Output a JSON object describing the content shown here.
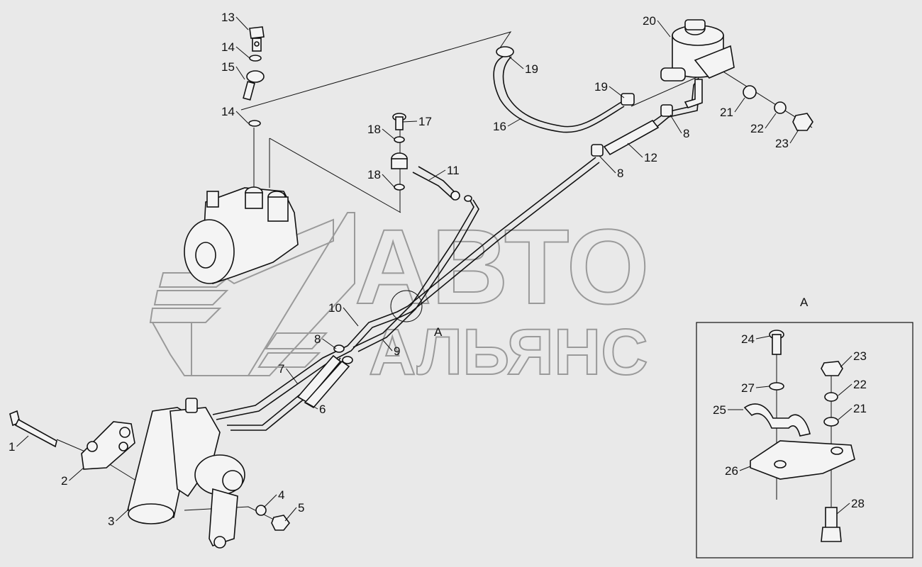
{
  "watermark": {
    "line1": "АВТО",
    "line2": "АЛЬЯНС"
  },
  "view_marker": "A",
  "detail_title": "A",
  "callouts": [
    {
      "id": "c13",
      "text": "13"
    },
    {
      "id": "c14a",
      "text": "14"
    },
    {
      "id": "c15",
      "text": "15"
    },
    {
      "id": "c14b",
      "text": "14"
    },
    {
      "id": "c17",
      "text": "17"
    },
    {
      "id": "c18a",
      "text": "18"
    },
    {
      "id": "c18b",
      "text": "18"
    },
    {
      "id": "c11",
      "text": "11"
    },
    {
      "id": "c19a",
      "text": "19"
    },
    {
      "id": "c16",
      "text": "16"
    },
    {
      "id": "c19b",
      "text": "19"
    },
    {
      "id": "c20",
      "text": "20"
    },
    {
      "id": "c8a",
      "text": "8"
    },
    {
      "id": "c12",
      "text": "12"
    },
    {
      "id": "c8b",
      "text": "8"
    },
    {
      "id": "c21",
      "text": "21"
    },
    {
      "id": "c22",
      "text": "22"
    },
    {
      "id": "c23",
      "text": "23"
    },
    {
      "id": "c10",
      "text": "10"
    },
    {
      "id": "c9",
      "text": "9"
    },
    {
      "id": "c8c",
      "text": "8"
    },
    {
      "id": "c7",
      "text": "7"
    },
    {
      "id": "c6",
      "text": "6"
    },
    {
      "id": "c1",
      "text": "1"
    },
    {
      "id": "c2",
      "text": "2"
    },
    {
      "id": "c3",
      "text": "3"
    },
    {
      "id": "c4",
      "text": "4"
    },
    {
      "id": "c5",
      "text": "5"
    },
    {
      "id": "d24",
      "text": "24"
    },
    {
      "id": "d27",
      "text": "27"
    },
    {
      "id": "d25",
      "text": "25"
    },
    {
      "id": "d26",
      "text": "26"
    },
    {
      "id": "d23",
      "text": "23"
    },
    {
      "id": "d22",
      "text": "22"
    },
    {
      "id": "d21",
      "text": "21"
    },
    {
      "id": "d28",
      "text": "28"
    }
  ]
}
